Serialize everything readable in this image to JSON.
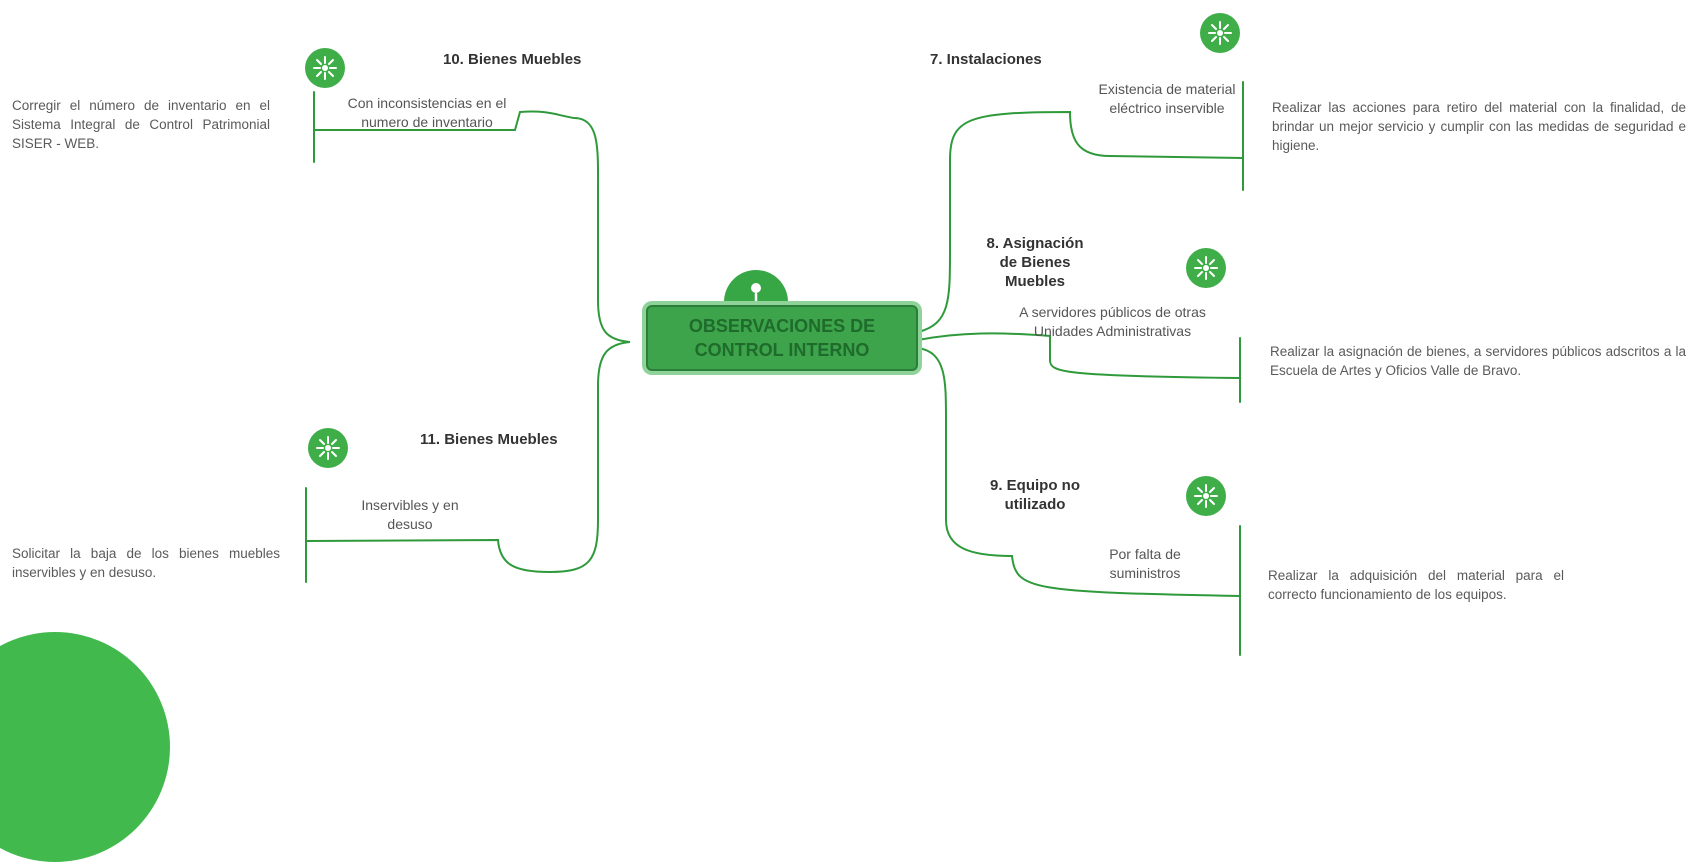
{
  "colors": {
    "accent": "#3fae49",
    "line": "#2f9a3b",
    "center_fill": "#3da44b"
  },
  "center": {
    "title_line1": "OBSERVACIONES DE",
    "title_line2": "CONTROL INTERNO",
    "icon": "hierarchy-icon"
  },
  "branches": [
    {
      "key": "b7",
      "heading": "7. Instalaciones",
      "observation": "Existencia de material eléctrico inservible",
      "action": "Realizar las acciones para retiro del material con la finalidad, de brindar un mejor servicio y cumplir con las medidas de seguridad e higiene.",
      "icon": "sparkle-icon"
    },
    {
      "key": "b8",
      "heading": "8. Asignación de Bienes Muebles",
      "observation": "A servidores públicos de otras Unidades Administrativas",
      "action": "Realizar la asignación de bienes, a servidores públicos adscritos a la Escuela de Artes y Oficios Valle de Bravo.",
      "icon": "sparkle-icon"
    },
    {
      "key": "b9",
      "heading": "9. Equipo no utilizado",
      "observation": "Por falta de suministros",
      "action": "Realizar la adquisición del material para el correcto funcionamiento de los equipos.",
      "icon": "sparkle-icon"
    },
    {
      "key": "b10",
      "heading": "10. Bienes Muebles",
      "observation": "Con inconsistencias en el numero de inventario",
      "action": "Corregir el número de inventario en el Sistema Integral de Control Patrimonial SISER - WEB.",
      "icon": "sparkle-icon"
    },
    {
      "key": "b11",
      "heading": "11. Bienes Muebles",
      "observation": "Inservibles y en desuso",
      "action": "Solicitar la baja de los bienes muebles inservibles y en desuso.",
      "icon": "sparkle-icon"
    }
  ]
}
